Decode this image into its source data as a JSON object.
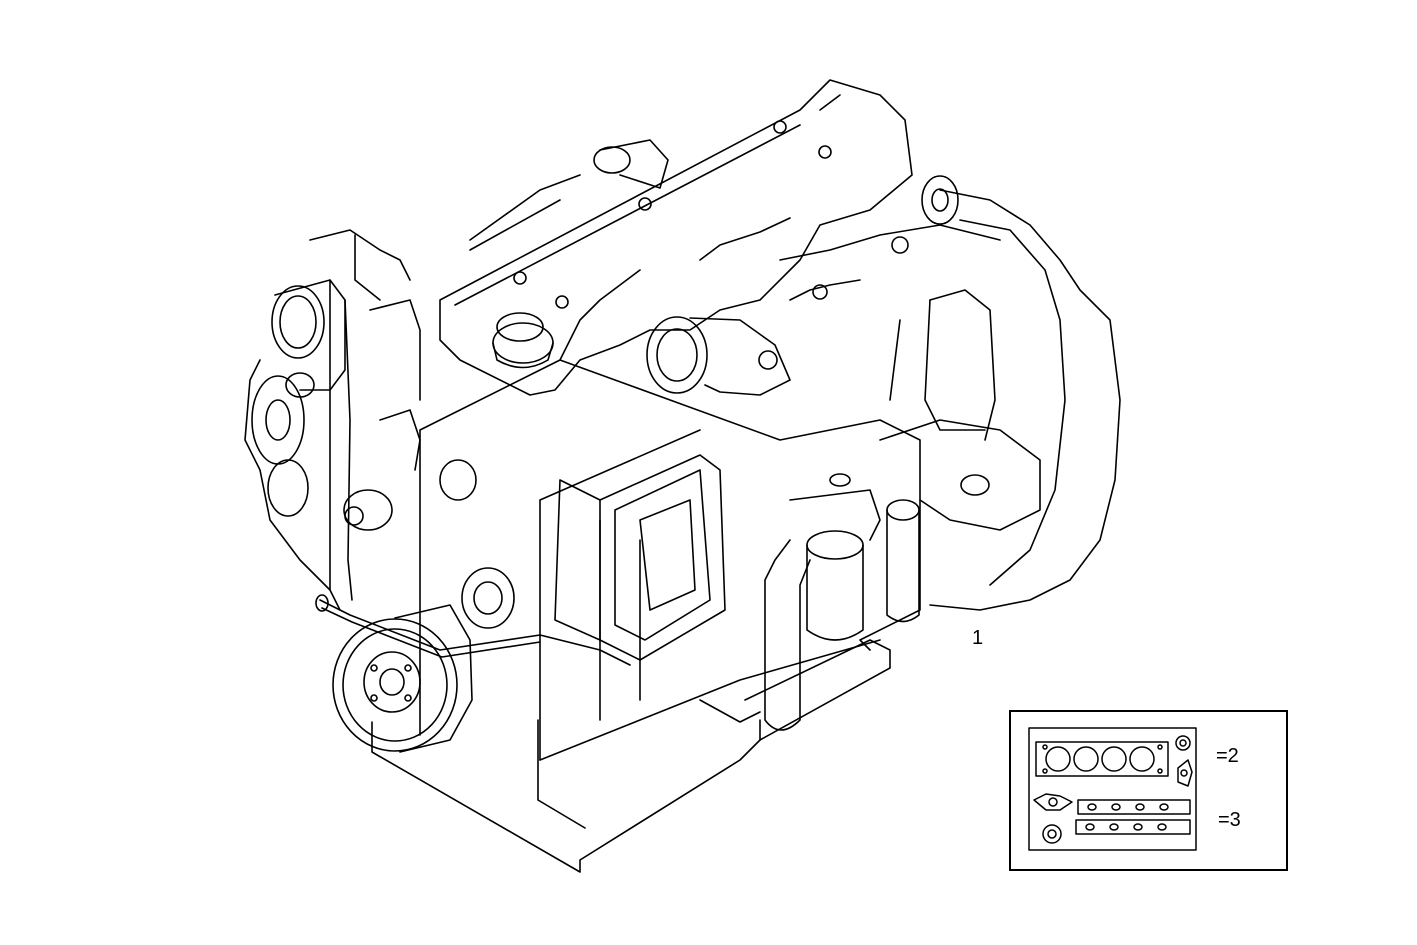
{
  "callouts": {
    "engine_ref": "1",
    "head_gasket_kit_ref": "=2",
    "manifold_gasket_kit_ref": "=3"
  },
  "colors": {
    "line": "#000000",
    "background": "#ffffff"
  }
}
